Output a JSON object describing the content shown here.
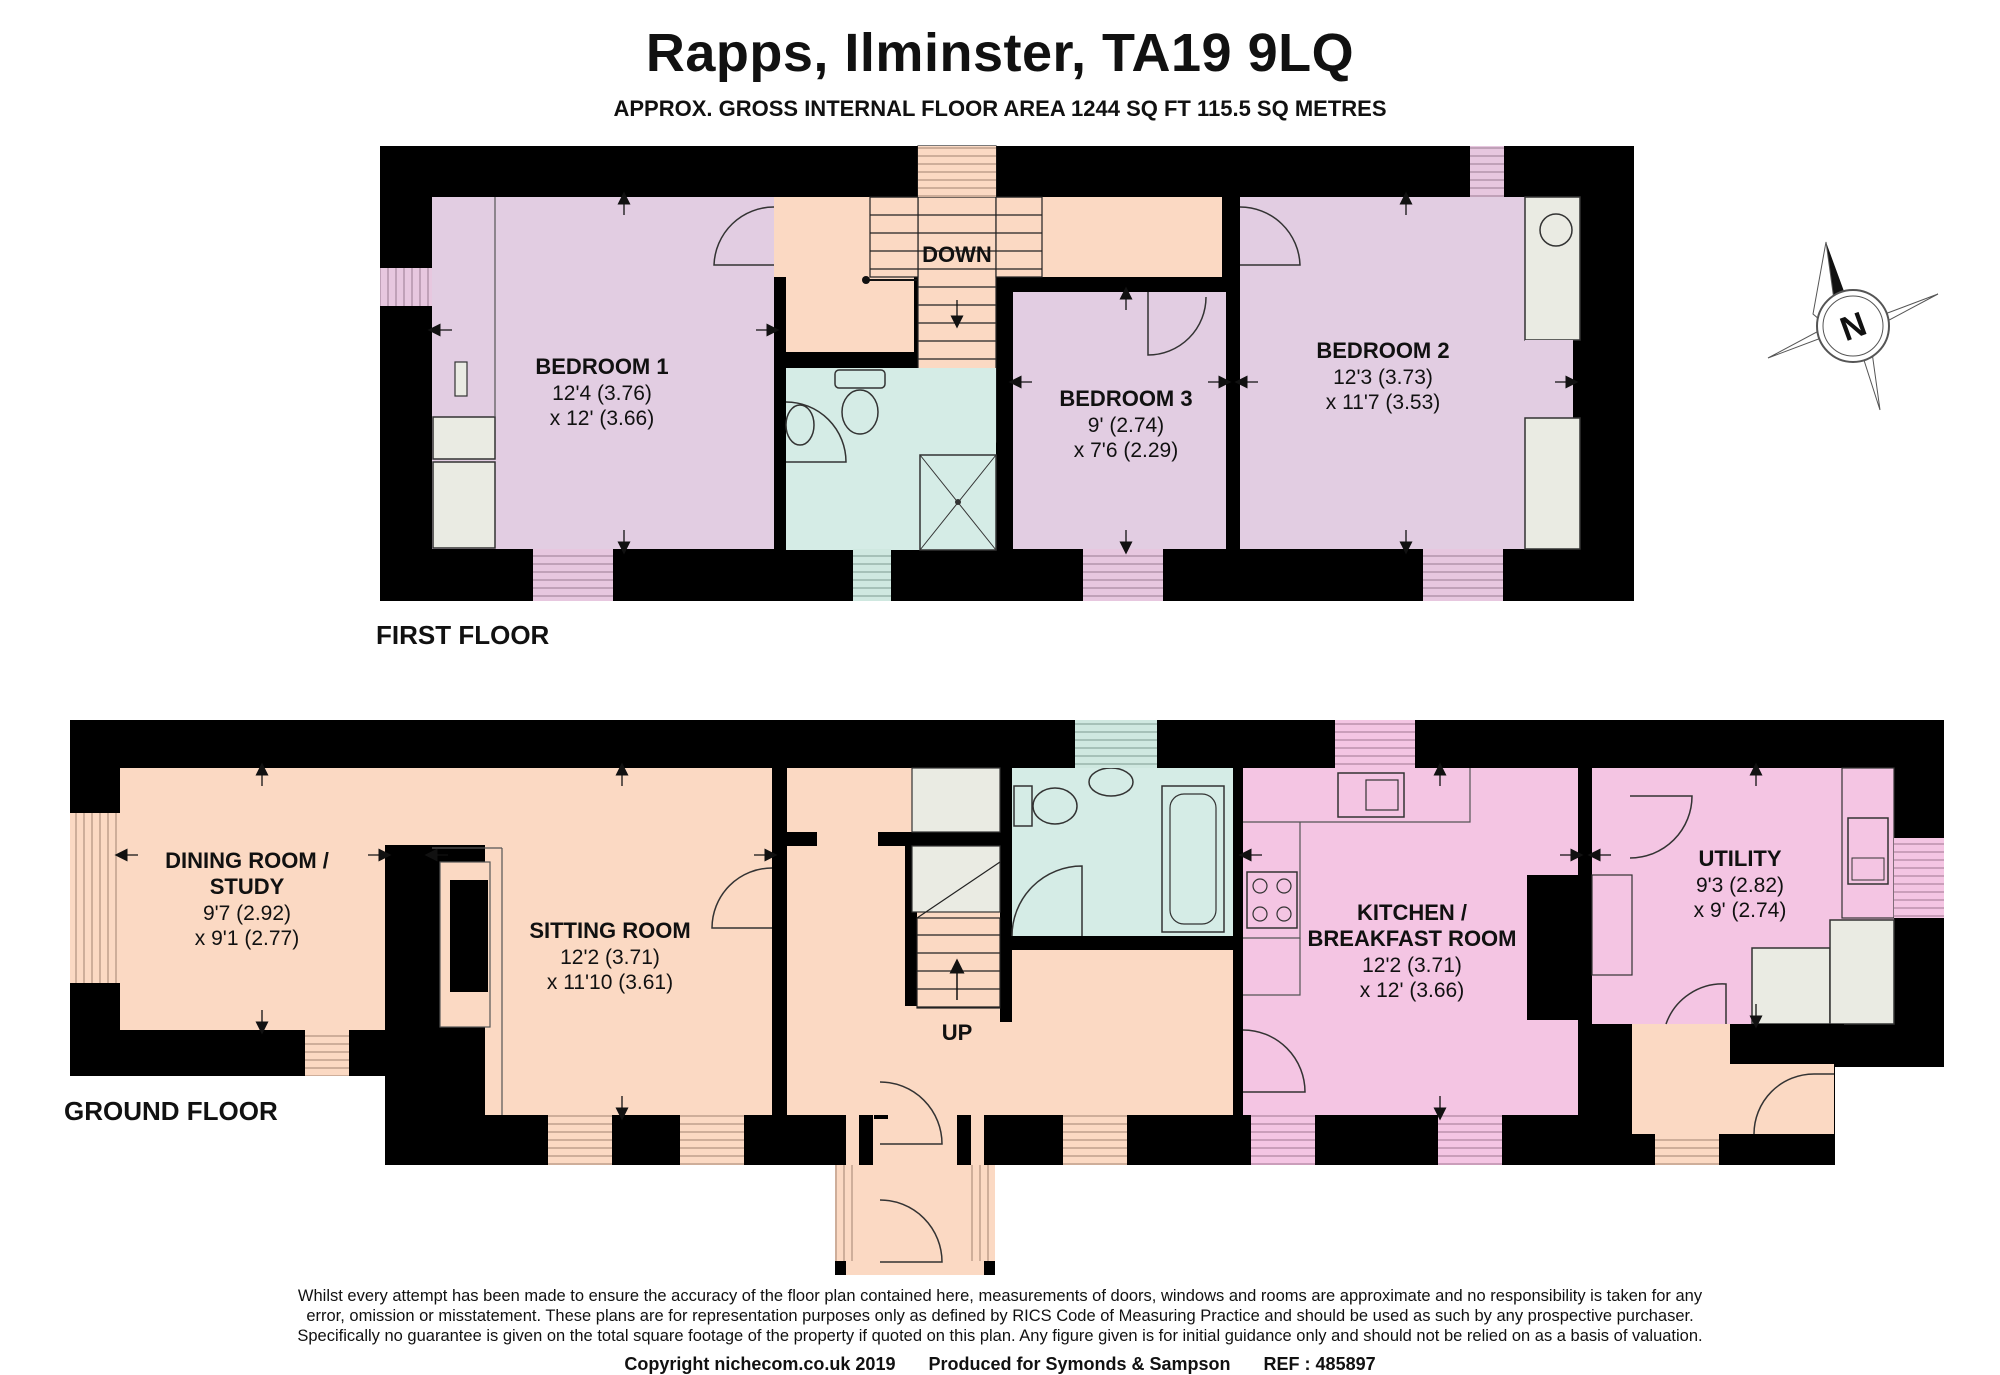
{
  "header": {
    "title": "Rapps, Ilminster, TA19 9LQ",
    "subtitle": "APPROX. GROSS INTERNAL FLOOR AREA 1244 SQ FT 115.5 SQ METRES"
  },
  "floors": {
    "first": {
      "label": "FIRST FLOOR",
      "stairs_label": "DOWN",
      "rooms": {
        "bedroom1": {
          "name": "BEDROOM 1",
          "dim1": "12'4 (3.76)",
          "dim2": "x 12' (3.66)"
        },
        "bedroom3": {
          "name": "BEDROOM 3",
          "dim1": "9' (2.74)",
          "dim2": "x 7'6 (2.29)"
        },
        "bedroom2": {
          "name": "BEDROOM 2",
          "dim1": "12'3 (3.73)",
          "dim2": "x 11'7 (3.53)"
        }
      }
    },
    "ground": {
      "label": "GROUND FLOOR",
      "stairs_label": "UP",
      "rooms": {
        "dining": {
          "name1": "DINING ROOM /",
          "name2": "STUDY",
          "dim1": "9'7 (2.92)",
          "dim2": "x 9'1 (2.77)"
        },
        "sitting": {
          "name": "SITTING ROOM",
          "dim1": "12'2 (3.71)",
          "dim2": "x 11'10 (3.61)"
        },
        "kitchen": {
          "name1": "KITCHEN /",
          "name2": "BREAKFAST ROOM",
          "dim1": "12'2 (3.71)",
          "dim2": "x 12' (3.66)"
        },
        "utility": {
          "name": "UTILITY",
          "dim1": "9'3 (2.82)",
          "dim2": "x 9' (2.74)"
        }
      }
    }
  },
  "compass": {
    "label": "N"
  },
  "colors": {
    "wall": "#000000",
    "bedroom": "#e2cde2",
    "landing": "#fbd9c3",
    "bathroom": "#d5ece6",
    "kitchen": "#f4c5e3",
    "window": "#e7c7df",
    "cupboard": "#eaebe3"
  },
  "disclaimer": {
    "line1": "Whilst every attempt has been made to ensure the accuracy of the floor plan contained here, measurements of doors, windows and rooms are approximate and no responsibility is taken for any",
    "line2": "error, omission or misstatement. These plans are for representation purposes only as defined by RICS Code of Measuring Practice and should be used as such by any prospective purchaser.",
    "line3": "Specifically no guarantee is given on the total square footage of the property if quoted on this plan. Any figure given is for initial guidance only and should not be relied on as a basis of valuation."
  },
  "footer": {
    "copyright": "Copyright nichecom.co.uk 2019",
    "produced": "Produced for Symonds & Sampson",
    "ref": "REF : 485897"
  }
}
